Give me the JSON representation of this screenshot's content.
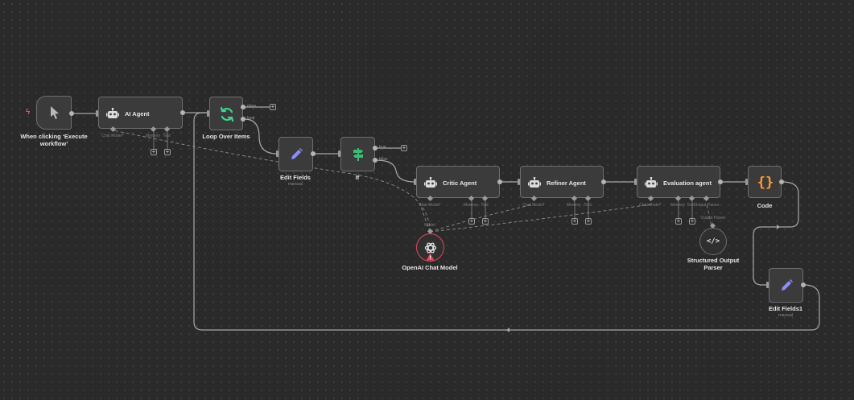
{
  "nodes": {
    "trigger": {
      "title_line1": "When clicking ‘Execute",
      "title_line2": "workflow’"
    },
    "ai_agent": {
      "title": "AI Agent",
      "chat_model": "Chat Model*",
      "memory": "Memory",
      "tool": "Tool"
    },
    "loop": {
      "title": "Loop Over Items",
      "done": "done",
      "loop": "loop"
    },
    "edit_fields": {
      "title": "Edit Fields",
      "sub": "manual"
    },
    "if_node": {
      "title": "If",
      "true": "true",
      "false": "false"
    },
    "critic": {
      "title": "Critic Agent",
      "chat_model": "Chat Model*",
      "memory": "Memory",
      "tool": "Tool"
    },
    "refiner": {
      "title": "Refiner Agent",
      "chat_model": "Chat Model*",
      "memory": "Memory",
      "tool": "Tool"
    },
    "evaluation": {
      "title": "Evaluation agent",
      "chat_model": "Chat Model*",
      "memory": "Memory",
      "tool": "Tool",
      "output_parser": "Output Parser"
    },
    "code": {
      "title": "Code"
    },
    "openai": {
      "title": "OpenAI Chat Model",
      "model": "Model"
    },
    "parser": {
      "title_line1": "Structured Output",
      "title_line2": "Parser",
      "output_parser": "Output Parser"
    },
    "edit_fields1": {
      "title": "Edit Fields1",
      "sub": "manual"
    }
  },
  "colors": {
    "edge": "#a8a8a8",
    "edge_dashed": "#8c8c8c",
    "warning": "#e0475b",
    "trigger_bolt": "#ff6d5a",
    "loop_icon": "#3dd68c",
    "if_icon": "#3dbb73",
    "edit_icon": "#8c8cff",
    "code_icon": "#ff9b2f"
  }
}
